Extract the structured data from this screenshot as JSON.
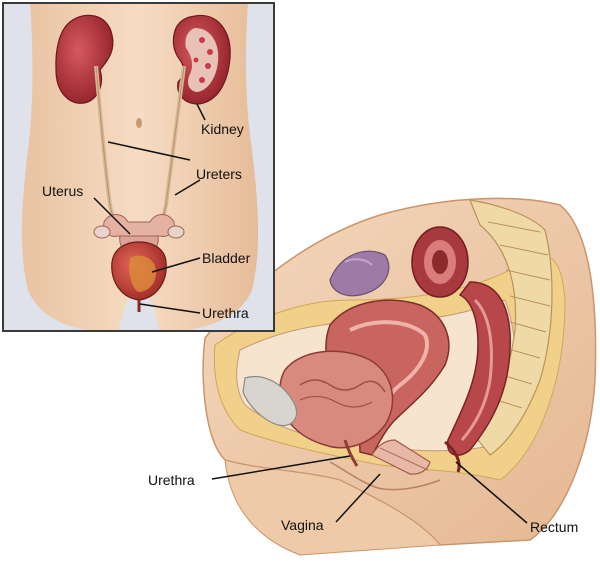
{
  "inset": {
    "labels": {
      "kidney": "Kidney",
      "ureters": "Ureters",
      "uterus": "Uterus",
      "bladder": "Bladder",
      "urethra": "Urethra"
    }
  },
  "section": {
    "labels": {
      "urethra": "Urethra",
      "vagina": "Vagina",
      "rectum": "Rectum"
    }
  },
  "colors": {
    "skin": "#f2d3b6",
    "kidney": "#b52b35",
    "bladder": "#c8423a",
    "uterus": "#d98a86",
    "background_inset": "#e2e4ec"
  }
}
